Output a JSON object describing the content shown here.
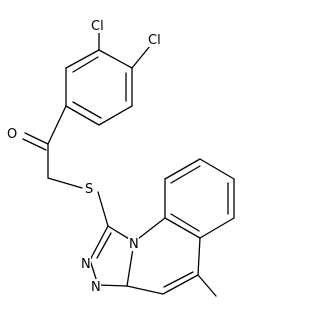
{
  "atom_labels": {
    "cl_3": "Cl",
    "cl_4": "Cl",
    "oxygen": "O",
    "sulfur": "S",
    "n_bridgehead": "N",
    "n_triazole_a": "N",
    "n_triazole_b": "N"
  },
  "methyl_substituent": true,
  "colors": {
    "bond": "#000000",
    "background": "#ffffff"
  }
}
